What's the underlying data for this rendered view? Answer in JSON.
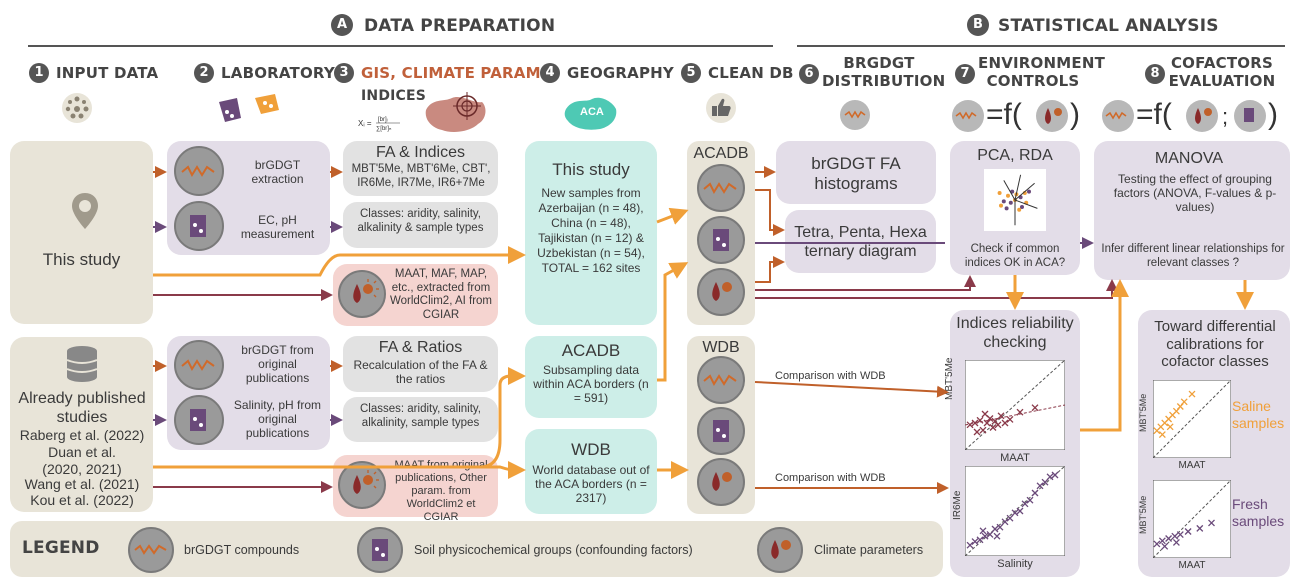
{
  "sections": {
    "a": {
      "letter": "A",
      "title": "Data Preparation"
    },
    "b": {
      "letter": "B",
      "title": "Statistical Analysis"
    }
  },
  "steps": [
    {
      "num": "1",
      "title": "Input Data"
    },
    {
      "num": "2",
      "title": "Laboratory"
    },
    {
      "num": "3",
      "title": "GIS, Climate Param.",
      "subtitle": "Indices"
    },
    {
      "num": "4",
      "title": "Geography"
    },
    {
      "num": "5",
      "title": "Clean DB"
    },
    {
      "num": "6",
      "title": "BrGDGT",
      "subtitle": "Distribution"
    },
    {
      "num": "7",
      "title": "Environment",
      "subtitle": "Controls"
    },
    {
      "num": "8",
      "title": "Cofactors",
      "subtitle": "Evaluation"
    }
  ],
  "geography_map_label": "ACA",
  "input": {
    "this_study": "This study",
    "published_title": "Already published studies",
    "published_refs": [
      "Raberg et al. (2022)",
      "Duan et al.",
      "(2020, 2021)",
      "Wang et al. (2021)",
      "Kou et al. (2022)"
    ]
  },
  "lab": {
    "brgdgt_extraction": "brGDGT extraction",
    "ec_ph": "EC, pH measurement",
    "brgdgt_pubs": "brGDGT from original publications",
    "salinity_pubs": "Salinity, pH from original publications"
  },
  "gis": {
    "fa_indices_title": "FA & Indices",
    "indices_list": "MBT'5Me, MBT'6Me, CBT', IR6Me, IR7Me, IR6+7Me",
    "classes1": "Classes: aridity, salinity, alkalinity & sample types",
    "climate1": "MAAT, MAF, MAP, etc., extracted from WorldClim2, AI from CGIAR",
    "fa_ratios_title": "FA & Ratios",
    "fa_ratios_text": "Recalculation of the FA & the ratios",
    "classes2": "Classes: aridity, salinity, alkalinity, sample types",
    "climate2": "MAAT from original publications, Other param. from WorldClim2 et CGIAR"
  },
  "geo": {
    "study_title": "This study",
    "study_lines": [
      "New samples from",
      "Azerbaijan (n = 48),",
      "China (n =  48),",
      "Tajikistan (n = 12) &",
      "Uzbekistan (n = 54),",
      "TOTAL = 162 sites"
    ],
    "acadb_title": "ACADB",
    "acadb_text": "Subsampling data within ACA borders (n = 591)",
    "wdb_title": "WDB",
    "wdb_text": "World database out of the ACA borders (n = 2317)"
  },
  "clean": {
    "acadb": "ACADB",
    "wdb": "WDB"
  },
  "distribution": {
    "fa_hist": "brGDGT FA histograms",
    "ternary": "Tetra, Penta, Hexa ternary diagram"
  },
  "environment": {
    "pca_title": "PCA, RDA",
    "check_text": "Check if common indices OK in ACA?",
    "reliability_title": "Indices reliability checking",
    "plot1_ylabel": "MBT'5Me",
    "plot1_xlabel": "MAAT",
    "plot2_ylabel": "IR6Me",
    "plot2_xlabel": "Salinity",
    "comparison1": "Comparison with WDB",
    "comparison2": "Comparison with WDB"
  },
  "cofactors": {
    "manova_title": "MANOVA",
    "manova_text": "Testing the effect of grouping factors (ANOVA, F-values & p-values)",
    "infer_text": "Infer different linear relationships for relevant classes ?",
    "toward_title": "Toward differential calibrations for cofactor classes",
    "saline_label": "Saline samples",
    "fresh_label": "Fresh samples",
    "plot_ylabel": "MBT'5Me",
    "plot_xlabel": "MAAT"
  },
  "equation_glyph": "=f(",
  "equation_close": ")",
  "legend": {
    "title": "Legend",
    "items": [
      "brGDGT compounds",
      "Soil physicochemical groups (confounding factors)",
      "Climate parameters"
    ]
  },
  "colors": {
    "orange": "#f0a03a",
    "rust": "#c0602a",
    "purple": "#6a4a7a",
    "maroon": "#8a3a4a"
  },
  "scatter": {
    "plot1_points": [
      [
        0.05,
        0.28
      ],
      [
        0.1,
        0.3
      ],
      [
        0.15,
        0.33
      ],
      [
        0.18,
        0.22
      ],
      [
        0.22,
        0.3
      ],
      [
        0.25,
        0.35
      ],
      [
        0.28,
        0.25
      ],
      [
        0.3,
        0.32
      ],
      [
        0.33,
        0.28
      ],
      [
        0.36,
        0.38
      ],
      [
        0.4,
        0.3
      ],
      [
        0.45,
        0.34
      ],
      [
        0.55,
        0.42
      ],
      [
        0.7,
        0.47
      ],
      [
        0.2,
        0.4
      ],
      [
        0.12,
        0.2
      ]
    ],
    "plot2_points": [
      [
        0.05,
        0.12
      ],
      [
        0.1,
        0.16
      ],
      [
        0.15,
        0.18
      ],
      [
        0.2,
        0.22
      ],
      [
        0.25,
        0.24
      ],
      [
        0.3,
        0.3
      ],
      [
        0.35,
        0.32
      ],
      [
        0.4,
        0.38
      ],
      [
        0.45,
        0.42
      ],
      [
        0.5,
        0.48
      ],
      [
        0.55,
        0.5
      ],
      [
        0.6,
        0.58
      ],
      [
        0.65,
        0.62
      ],
      [
        0.7,
        0.7
      ],
      [
        0.75,
        0.78
      ],
      [
        0.8,
        0.82
      ],
      [
        0.85,
        0.88
      ],
      [
        0.9,
        0.9
      ],
      [
        0.18,
        0.28
      ],
      [
        0.32,
        0.22
      ]
    ],
    "saline_points": [
      [
        0.05,
        0.35
      ],
      [
        0.1,
        0.4
      ],
      [
        0.15,
        0.45
      ],
      [
        0.2,
        0.5
      ],
      [
        0.25,
        0.55
      ],
      [
        0.3,
        0.6
      ],
      [
        0.35,
        0.66
      ],
      [
        0.4,
        0.72
      ],
      [
        0.5,
        0.82
      ],
      [
        0.22,
        0.4
      ],
      [
        0.12,
        0.3
      ]
    ],
    "fresh_points": [
      [
        0.05,
        0.18
      ],
      [
        0.12,
        0.22
      ],
      [
        0.2,
        0.25
      ],
      [
        0.28,
        0.28
      ],
      [
        0.35,
        0.3
      ],
      [
        0.45,
        0.34
      ],
      [
        0.6,
        0.38
      ],
      [
        0.75,
        0.45
      ],
      [
        0.15,
        0.15
      ],
      [
        0.3,
        0.2
      ]
    ],
    "pca_points": [
      [
        -0.55,
        0.25
      ],
      [
        -0.4,
        -0.05
      ],
      [
        -0.25,
        0.15
      ],
      [
        -0.1,
        0.3
      ],
      [
        -0.5,
        -0.2
      ],
      [
        -0.3,
        -0.3
      ],
      [
        0.0,
        0.0
      ],
      [
        0.2,
        0.1
      ],
      [
        0.35,
        0.25
      ],
      [
        0.5,
        0.3
      ],
      [
        0.4,
        -0.1
      ],
      [
        0.25,
        -0.25
      ],
      [
        0.15,
        -0.35
      ],
      [
        -0.15,
        -0.1
      ],
      [
        0.05,
        0.2
      ]
    ]
  }
}
